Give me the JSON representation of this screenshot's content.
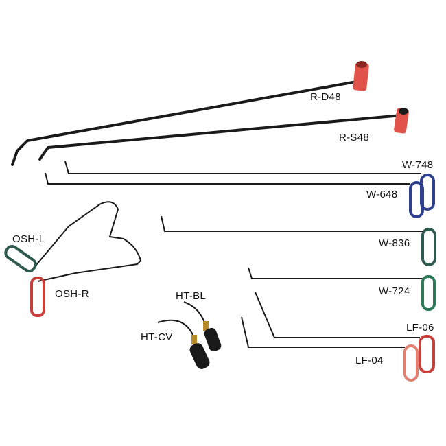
{
  "labels": {
    "r_d48": "R-D48",
    "r_s48": "R-S48",
    "w_748": "W-748",
    "w_648": "W-648",
    "w_836": "W-836",
    "w_724": "W-724",
    "osh_l": "OSH-L",
    "osh_r": "OSH-R",
    "ht_bl": "HT-BL",
    "ht_cv": "HT-CV",
    "lf_06": "LF-06",
    "lf_04": "LF-04"
  },
  "colors": {
    "rod": "#1a1a1a",
    "red_handle": "#e0524a",
    "blue_handle": "#2f3f8f",
    "green_handle": "#2d7a58",
    "dark_green_handle": "#2f5a50",
    "salmon_handle": "#e08070",
    "dark_red_handle": "#c8403c",
    "brass": "#b88a2a"
  }
}
